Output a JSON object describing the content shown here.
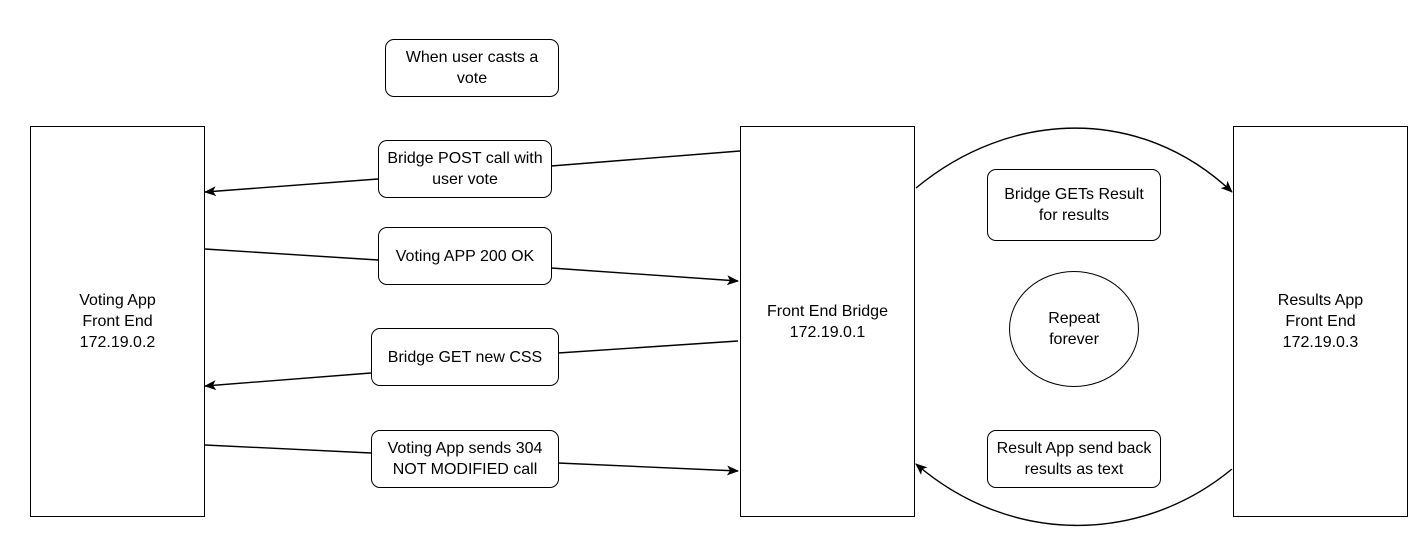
{
  "colors": {
    "stroke": "#000000",
    "fill": "#ffffff",
    "text": "#000000"
  },
  "nodes": {
    "voting_app": {
      "label": "Voting App\nFront End\n172.19.0.2"
    },
    "front_end_bridge": {
      "label": "Front End Bridge\n172.19.0.1"
    },
    "results_app": {
      "label": "Results App\nFront End\n172.19.0.3"
    },
    "when_user": {
      "label": "When user casts a\nvote"
    },
    "bridge_post": {
      "label": "Bridge POST call with\nuser vote"
    },
    "voting_200": {
      "label": "Voting APP 200 OK"
    },
    "bridge_get_css": {
      "label": "Bridge GET new CSS"
    },
    "voting_304": {
      "label": "Voting App sends 304\nNOT MODIFIED call"
    },
    "bridge_gets_result": {
      "label": "Bridge GETs Result\nfor results"
    },
    "repeat": {
      "label": "Repeat\nforever"
    },
    "result_send_back": {
      "label": "Result App send back\nresults as text"
    }
  }
}
